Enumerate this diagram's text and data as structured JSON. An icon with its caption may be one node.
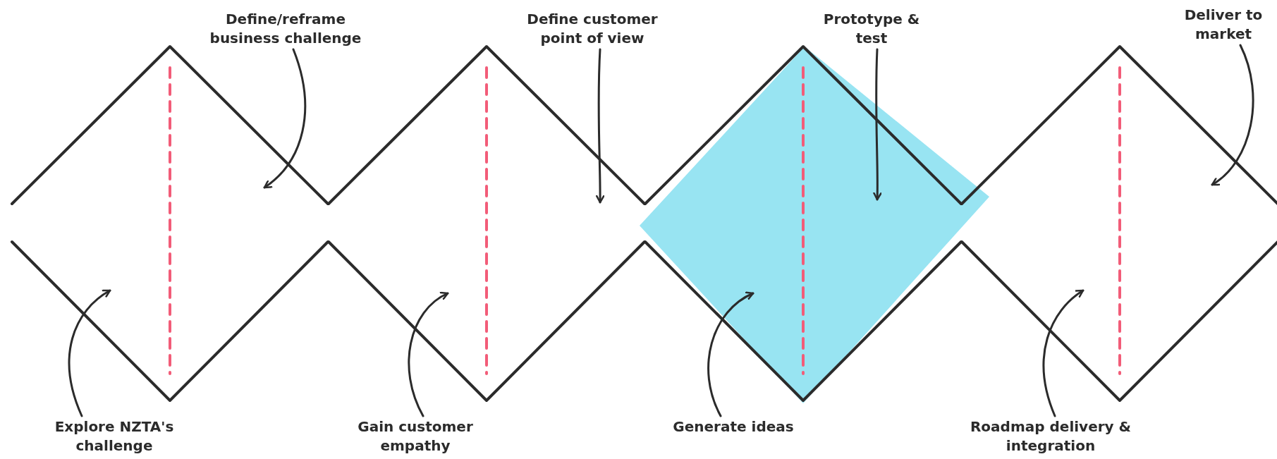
{
  "diagram": {
    "nodes": [
      {
        "text": [],
        "shape": "diamond"
      },
      {
        "text": [],
        "shape": "diamond"
      },
      {
        "text": [],
        "shape": "diamond"
      },
      {
        "text": [],
        "shape": "diamond"
      },
      {
        "text": [
          "Define/reframe business challenge"
        ]
      },
      {
        "text": [
          "Define customer point of view"
        ]
      },
      {
        "text": [
          "Prototype & test"
        ]
      },
      {
        "text": [
          "Deliver to market"
        ]
      },
      {
        "text": [
          "Explore NZTA's challenge"
        ]
      },
      {
        "text": [
          "Gain customer empathy"
        ]
      },
      {
        "text": [
          "Generate ideas"
        ]
      },
      {
        "text": [
          "Roadmap delivery & integration"
        ]
      }
    ],
    "edges": [
      {
        "from": 4,
        "to": 0,
        "arrow": "to"
      },
      {
        "from": 5,
        "to": 1,
        "arrow": "to"
      },
      {
        "from": 6,
        "to": 2,
        "arrow": "to"
      },
      {
        "from": 7,
        "to": 3,
        "arrow": "to"
      },
      {
        "from": 8,
        "to": 0,
        "arrow": "to"
      },
      {
        "from": 9,
        "to": 1,
        "arrow": "to"
      },
      {
        "from": 10,
        "to": 2,
        "arrow": "to"
      },
      {
        "from": 11,
        "to": 3,
        "arrow": "to"
      }
    ]
  }
}
